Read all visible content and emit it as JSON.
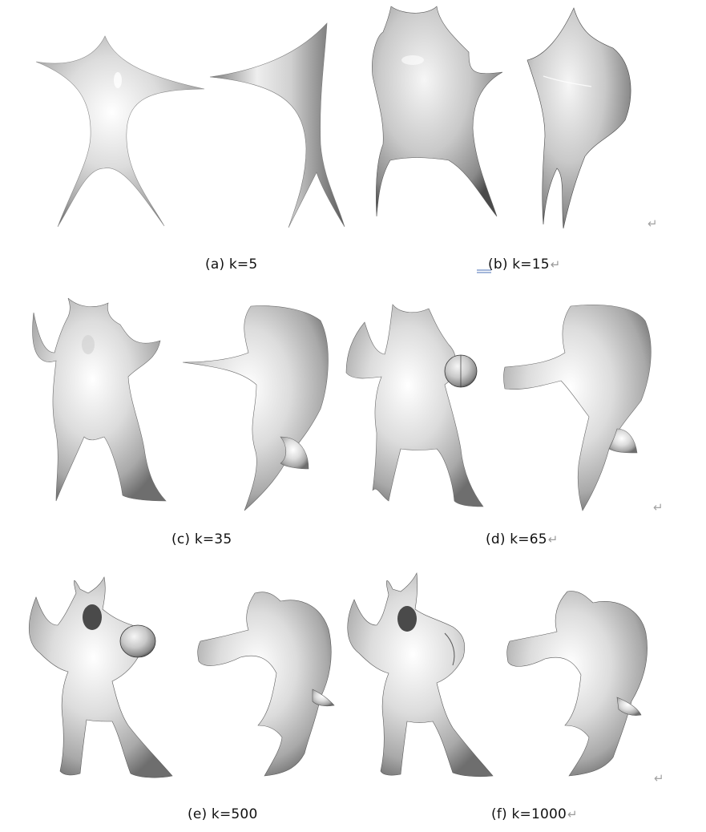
{
  "captions": [
    {
      "label": "(a) k=5",
      "mark": ""
    },
    {
      "label": "(b) k=15",
      "mark": "↵"
    },
    {
      "label": "(c) k=35",
      "mark": ""
    },
    {
      "label": "(d) k=65",
      "mark": "↵"
    },
    {
      "label": "(e) k=500",
      "mark": ""
    },
    {
      "label": "(f) k=1000",
      "mark": "↵"
    }
  ],
  "paragraph_marks": [
    "↵",
    "↵",
    "↵"
  ]
}
